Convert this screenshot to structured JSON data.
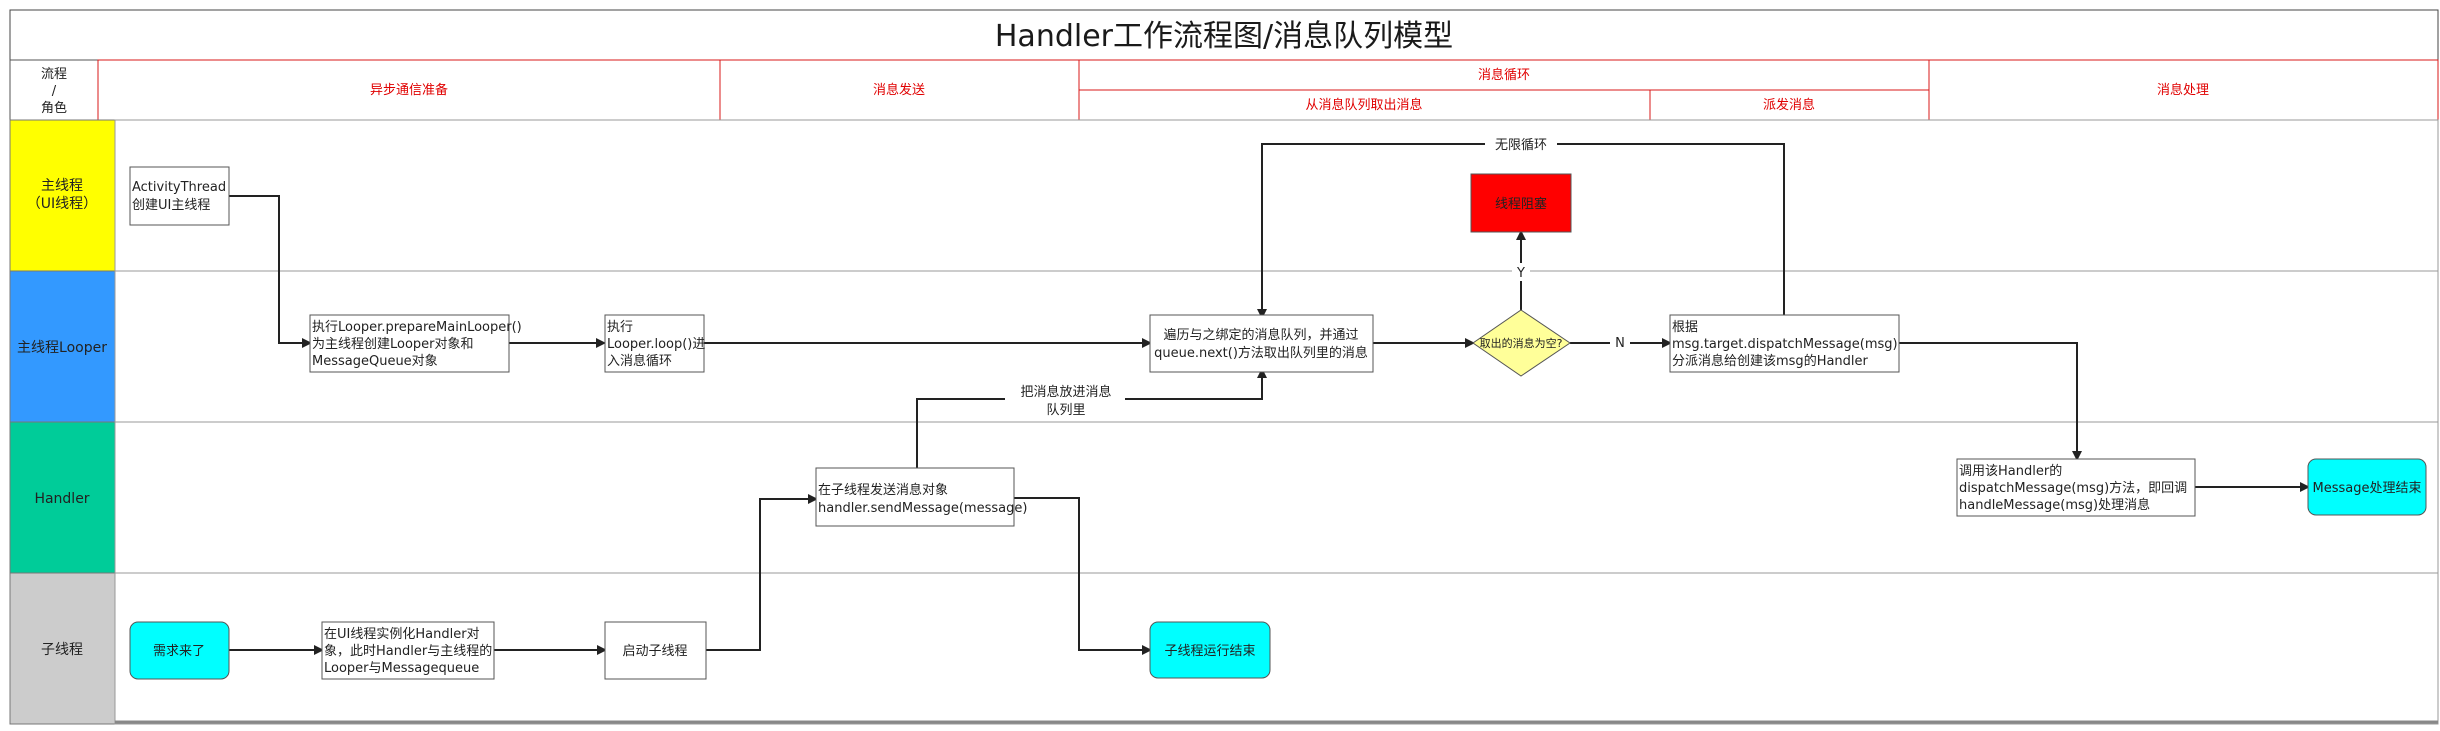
{
  "title": "Handler工作流程图/消息队列模型",
  "corner": {
    "line1": "流程",
    "line2": "/",
    "line3": "角色"
  },
  "phases": {
    "async_prep": "异步通信准备",
    "send": "消息发送",
    "loop": "消息循环",
    "take": "从消息队列取出消息",
    "dispatch": "派发消息",
    "handle": "消息处理"
  },
  "lanes": {
    "ui": {
      "line1": "主线程",
      "line2": "（UI线程）",
      "color": "#ffff00"
    },
    "looper": {
      "label": "主线程Looper",
      "color": "#3399ff"
    },
    "handler": {
      "label": "Handler",
      "color": "#00cc99"
    },
    "child": {
      "label": "子线程",
      "color": "#cccccc"
    }
  },
  "nodes": {
    "activity_thread": {
      "line1": "ActivityThread",
      "line2": "创建UI主线程"
    },
    "prepare_looper": {
      "line1": "执行Looper.prepareMainLooper()",
      "line2": "为主线程创建Looper对象和",
      "line3": "MessageQueue对象"
    },
    "looper_loop": {
      "line1": "执行",
      "line2": "Looper.loop()进",
      "line3": "入消息循环"
    },
    "traverse": {
      "line1": "遍历与之绑定的消息队列，并通过",
      "line2": "queue.next()方法取出队列里的消息"
    },
    "empty_check": {
      "label": "取出的消息为空?",
      "color": "#ffff99"
    },
    "thread_block": {
      "label": "线程阻塞",
      "color": "#ff0000"
    },
    "dispatch_msg": {
      "line1": "根据",
      "line2": "msg.target.dispatchMessage(msg)",
      "line3": "分派消息给创建该msg的Handler"
    },
    "send_msg": {
      "line1": "在子线程发送消息对象",
      "line2": "handler.sendMessage(message)"
    },
    "call_dispatch": {
      "line1": "调用该Handler的",
      "line2": "dispatchMessage(msg)方法，即回调",
      "line3": "handleMessage(msg)处理消息"
    },
    "msg_end": {
      "label": "Message处理结束",
      "color": "#00ffff"
    },
    "demand": {
      "label": "需求来了",
      "color": "#00ffff"
    },
    "instantiate_handler": {
      "line1": "在UI线程实例化Handler对",
      "line2": "象，此时Handler与主线程的",
      "line3": "Looper与Messagequeue"
    },
    "start_child": {
      "label": "启动子线程"
    },
    "child_end": {
      "label": "子线程运行结束",
      "color": "#00ffff"
    }
  },
  "edge_labels": {
    "infinite_loop": "无限循环",
    "yes": "Y",
    "no": "N",
    "enqueue_line1": "把消息放进消息",
    "enqueue_line2": "队列里"
  }
}
